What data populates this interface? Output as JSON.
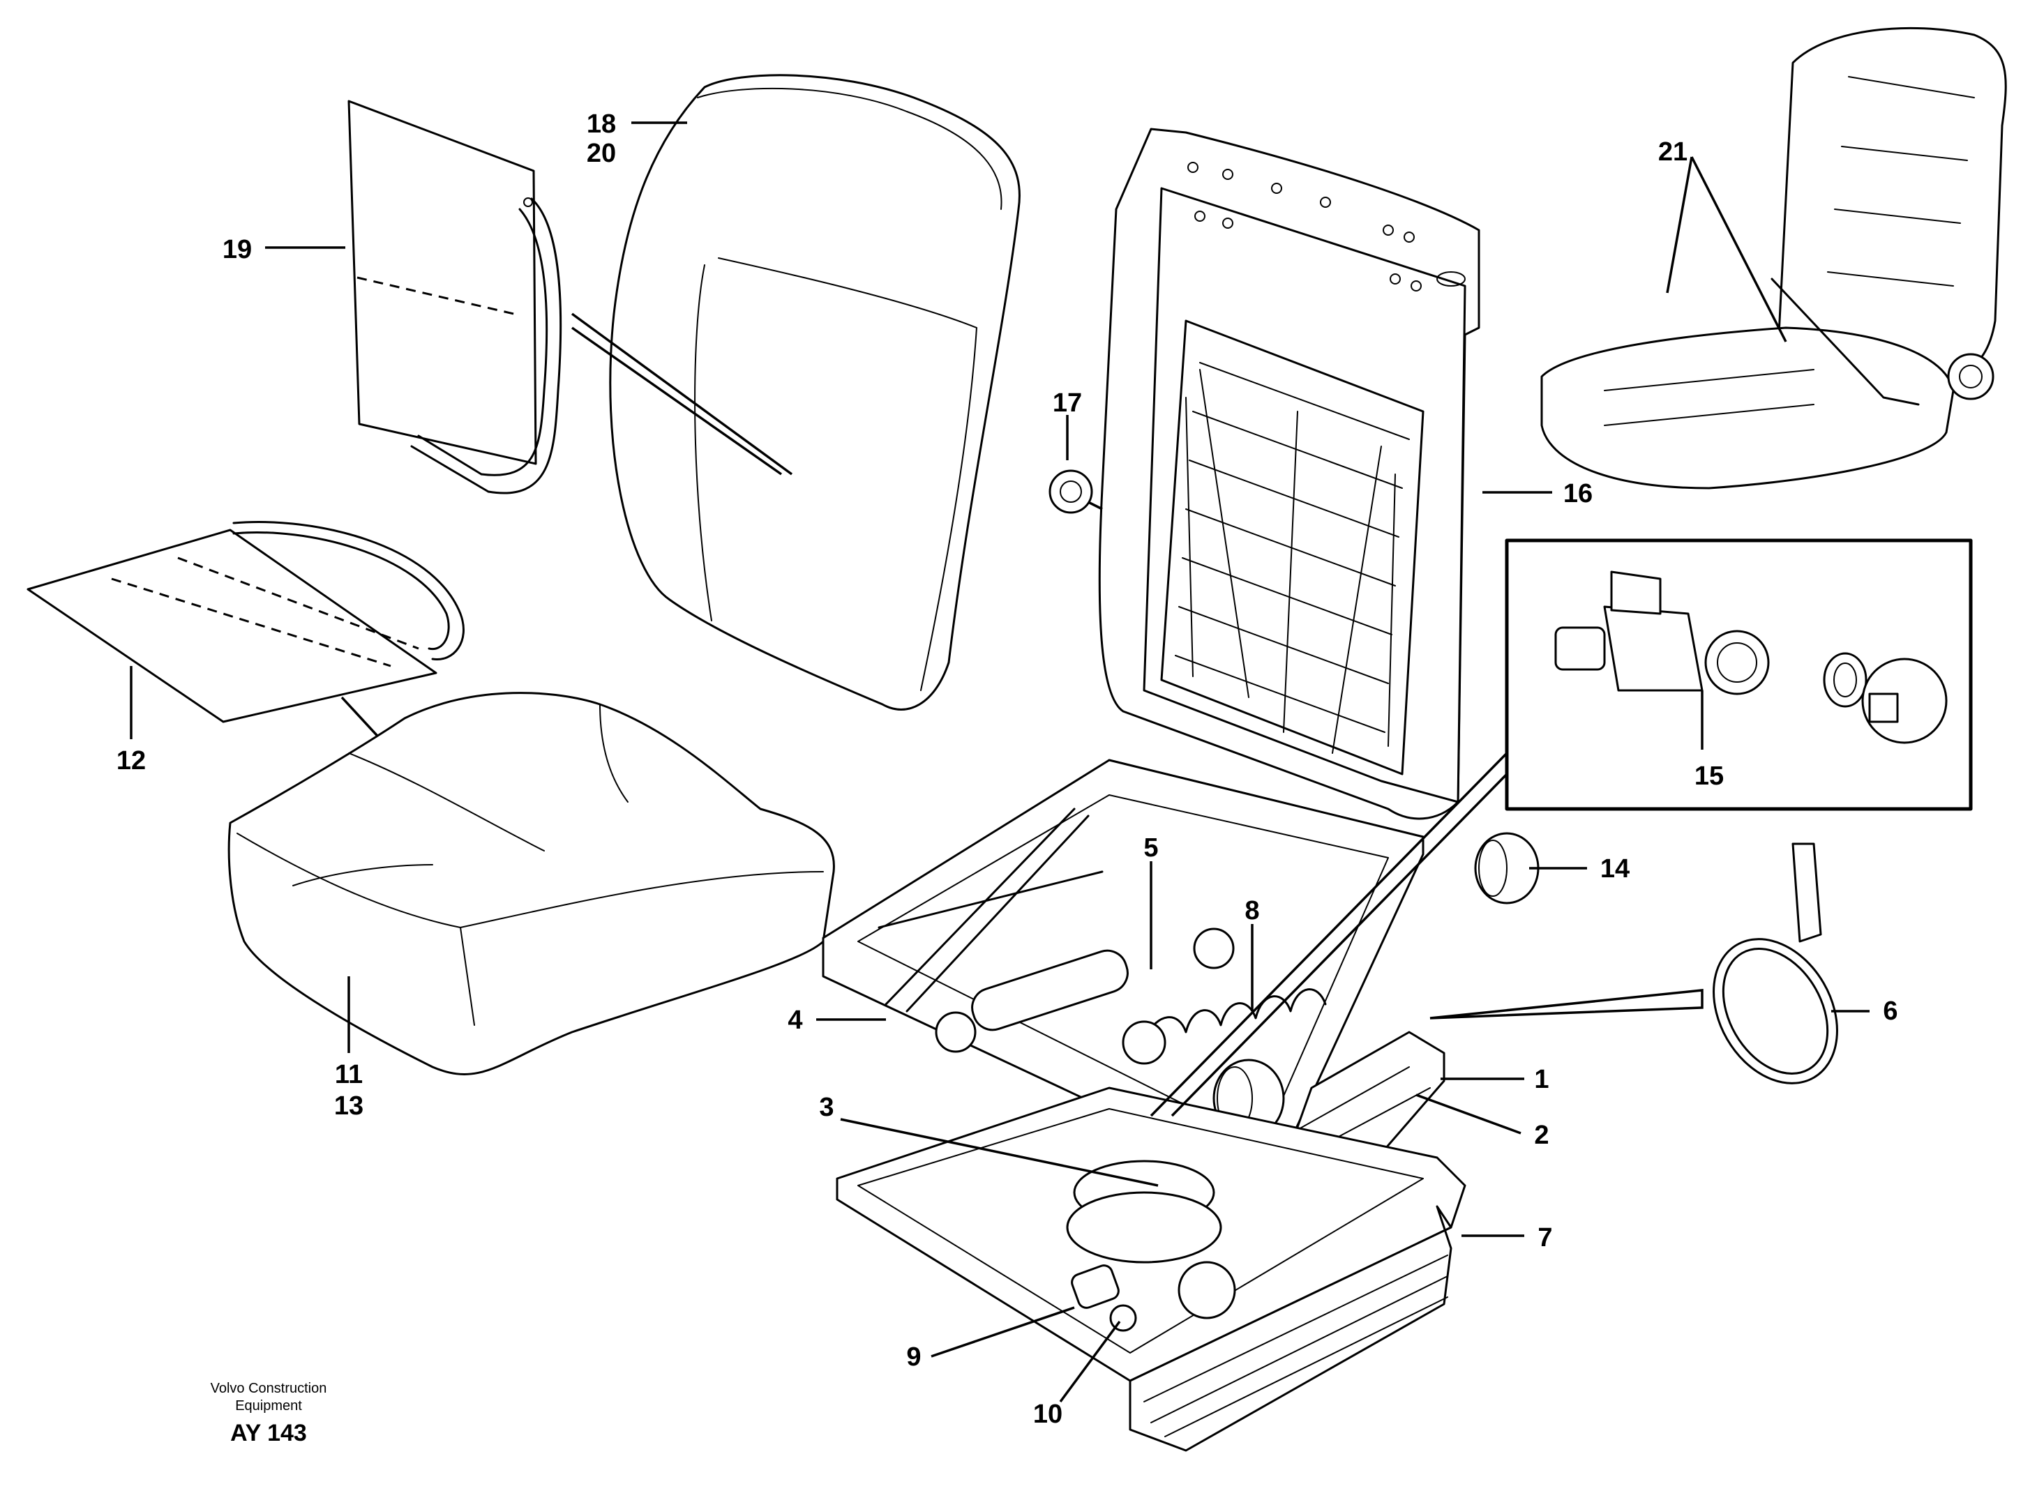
{
  "labels": {
    "c1": "1",
    "c2": "2",
    "c3": "3",
    "c4": "4",
    "c5": "5",
    "c6": "6",
    "c7": "7",
    "c8": "8",
    "c9": "9",
    "c10": "10",
    "c11": "11",
    "c13": "13",
    "c12": "12",
    "c14": "14",
    "c15": "15",
    "c16": "16",
    "c17": "17",
    "c18": "18",
    "c20": "20",
    "c19": "19",
    "c21": "21"
  },
  "footer": {
    "company_line1": "Volvo Construction",
    "company_line2": "Equipment",
    "code": "AY 143"
  }
}
